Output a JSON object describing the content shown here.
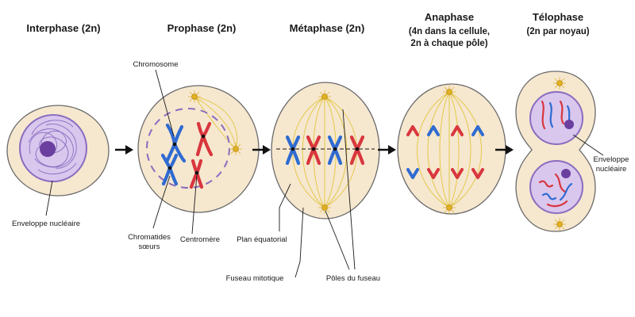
{
  "stages": [
    {
      "title_lines": [
        "Interphase (2n)"
      ]
    },
    {
      "title_lines": [
        "Prophase (2n)"
      ]
    },
    {
      "title_lines": [
        "Métaphase (2n)"
      ]
    },
    {
      "title_lines": [
        "Anaphase",
        "(4n dans la cellule,",
        "2n à chaque pôle)"
      ]
    },
    {
      "title_lines": [
        "Télophase",
        "(2n par noyau)"
      ]
    }
  ],
  "labels": {
    "interphase_envelope": "Enveloppe nucléaire",
    "chromosome": "Chromosome",
    "sister_chromatids": [
      "Chromatides",
      "sœurs"
    ],
    "centromere": "Centromère",
    "equatorial_plane": "Plan équatorial",
    "mitotic_spindle": "Fuseau mitotique",
    "spindle_poles": "Pôles du fuseau",
    "telophase_envelope": [
      "Enveloppe",
      "nucléaire"
    ]
  },
  "colors": {
    "cell_fill": "#f6e7cf",
    "cell_stroke": "#6a6a6a",
    "nucleus_fill": "#d9c7ee",
    "nucleus_stroke": "#8a6cbf",
    "chromatin": "#8a6cbf",
    "nucleolus": "#6b3fa0",
    "chromosome_blue": "#2f6bd1",
    "chromosome_red": "#d9363e",
    "spindle": "#e3c94a",
    "centrosome": "#e0b020",
    "arrow": "#111111"
  }
}
